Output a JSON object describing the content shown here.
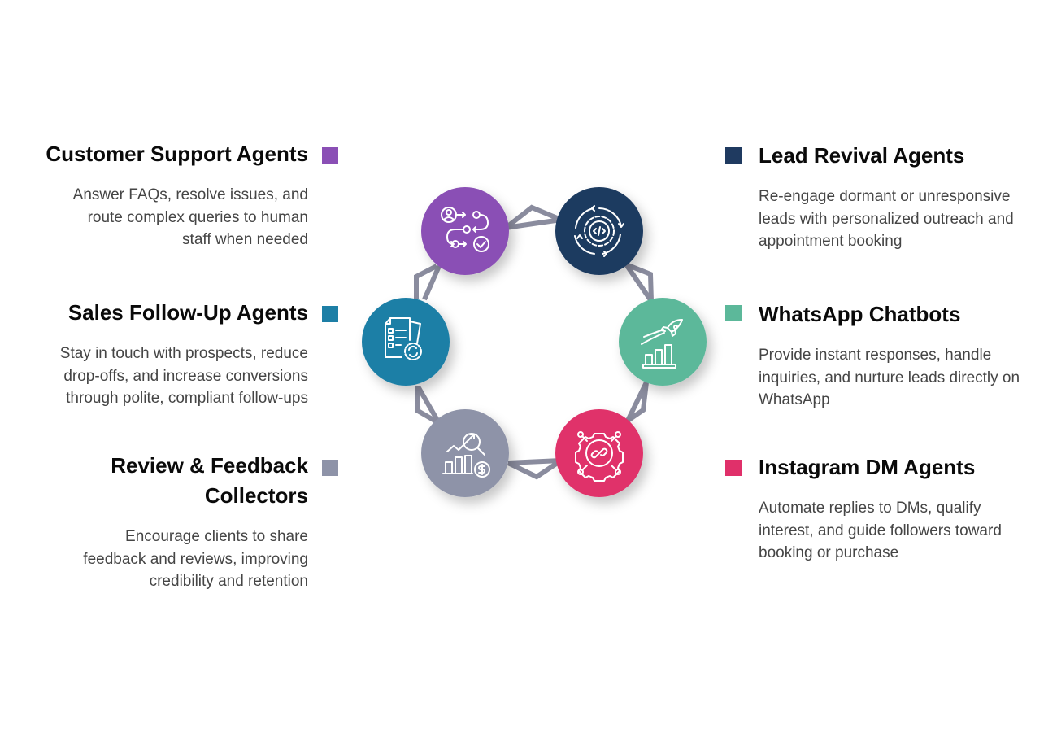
{
  "items": [
    {
      "id": "customer-support",
      "title": "Customer Support Agents",
      "description_lines": [
        "Answer FAQs, resolve issues, and",
        "route complex queries to human",
        "staff when needed"
      ],
      "color": "#8a4fb5",
      "icon": "workflow-process-icon"
    },
    {
      "id": "lead-revival",
      "title": "Lead Revival Agents",
      "description_lines": [
        "Re-engage dormant or unresponsive",
        "leads with personalized outreach and",
        "appointment booking"
      ],
      "color": "#1f3a60",
      "icon": "code-gear-cycle-icon"
    },
    {
      "id": "sales-follow-up",
      "title": "Sales Follow-Up Agents",
      "description_lines": [
        "Stay in touch with prospects, reduce",
        "drop-offs, and increase conversions",
        "through polite, compliant follow-ups"
      ],
      "color": "#1d7fa6",
      "icon": "document-checklist-gear-icon"
    },
    {
      "id": "whatsapp-chatbots",
      "title": "WhatsApp Chatbots",
      "description_lines": [
        "Provide instant responses, handle",
        "inquiries, and nurture leads directly on",
        "WhatsApp"
      ],
      "color": "#5cb89a",
      "icon": "rocket-growth-chart-icon"
    },
    {
      "id": "review-feedback",
      "title_lines": [
        "Review & Feedback",
        "Collectors"
      ],
      "description_lines": [
        "Encourage clients to share",
        "feedback and reviews, improving",
        "credibility and retention"
      ],
      "color": "#8e93a8",
      "icon": "analytics-search-dollar-icon"
    },
    {
      "id": "instagram-dm",
      "title": "Instagram DM Agents",
      "description_lines": [
        "Automate replies to DMs, qualify",
        "interest, and guide followers toward",
        "booking or purchase"
      ],
      "color": "#e0306a",
      "icon": "gear-link-network-icon"
    }
  ],
  "connector_color": "#8a8c9e"
}
